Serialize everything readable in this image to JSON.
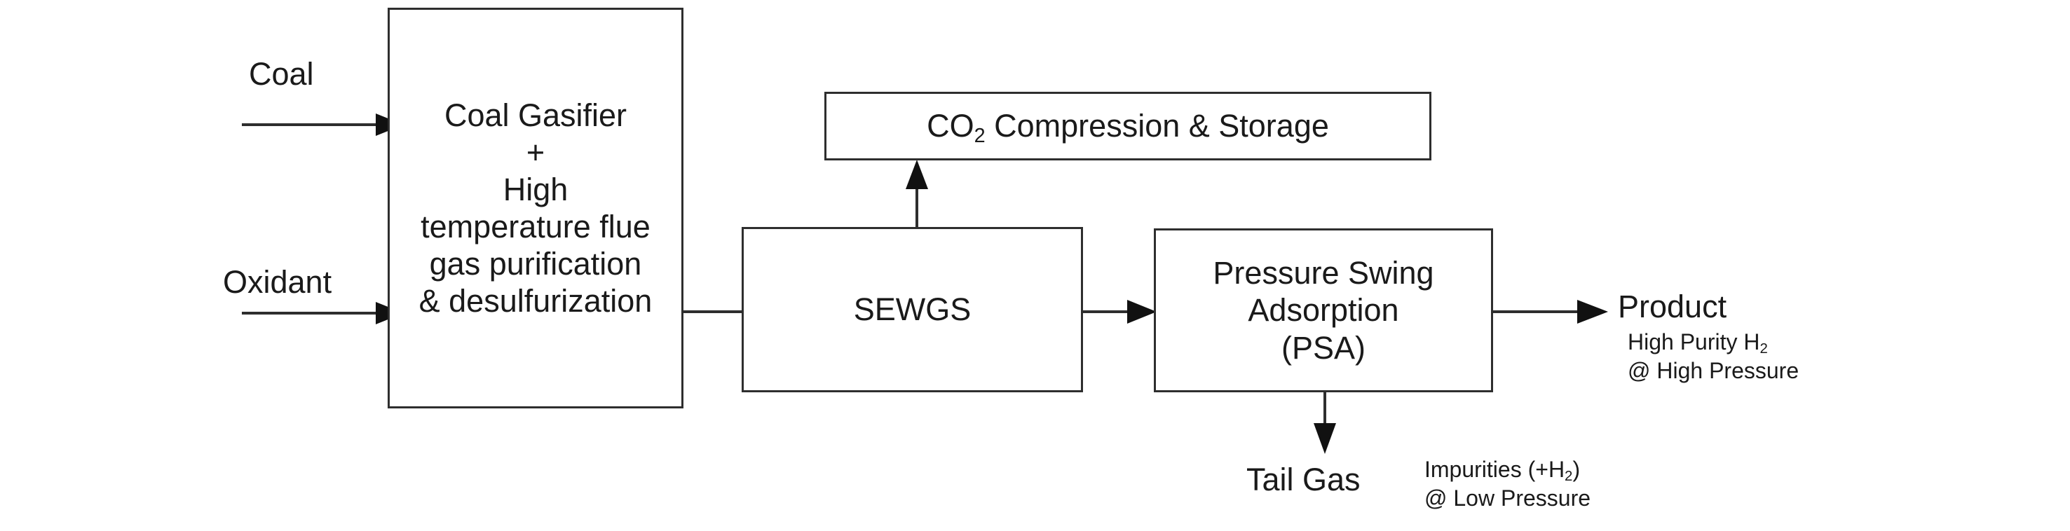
{
  "diagram": {
    "title": "Coal gasification with SEWGS process flow diagram",
    "background_color": "#ffffff",
    "line_color": "#2e2e2e",
    "text_color": "#1a1a1a"
  },
  "boxes": {
    "gasifier": {
      "label": "Coal Gasifier\n+\nHigh\ntemperature flue\ngas purification\n& desulfurization"
    },
    "co2_storage": {
      "label_prefix": "CO",
      "label_sub": "2",
      "label_suffix": " Compression & Storage"
    },
    "sewgs": {
      "label": "SEWGS"
    },
    "psa": {
      "label": "Pressure Swing\nAdsorption\n(PSA)"
    }
  },
  "inputs": {
    "coal": {
      "label": "Coal"
    },
    "oxidant": {
      "label": "Oxidant"
    }
  },
  "outputs": {
    "product": {
      "label": "Product",
      "detail_prefix": "High Purity H",
      "detail_sub": "2",
      "detail_line2": "@ High Pressure"
    },
    "tail_gas": {
      "label": "Tail Gas",
      "detail_prefix": "Impurities (+H",
      "detail_sub": "2",
      "detail_suffix": ")",
      "detail_line2": "@ Low Pressure"
    }
  },
  "connectors": [
    {
      "name": "coal-feed-arrow",
      "from": "coal-label",
      "to": "gasifier",
      "direction": "right",
      "arrowhead": true
    },
    {
      "name": "oxidant-feed-arrow",
      "from": "oxidant-label",
      "to": "gasifier",
      "direction": "right",
      "arrowhead": true
    },
    {
      "name": "gasifier-to-sewgs-line",
      "from": "gasifier",
      "to": "sewgs",
      "direction": "right",
      "arrowhead": false
    },
    {
      "name": "sewgs-to-co2-arrow",
      "from": "sewgs",
      "to": "co2_storage",
      "direction": "up",
      "arrowhead": true
    },
    {
      "name": "sewgs-to-psa-arrow",
      "from": "sewgs",
      "to": "psa",
      "direction": "right",
      "arrowhead": true
    },
    {
      "name": "psa-to-product-arrow",
      "from": "psa",
      "to": "product",
      "direction": "right",
      "arrowhead": true
    },
    {
      "name": "psa-to-tailgas-arrow",
      "from": "psa",
      "to": "tail_gas",
      "direction": "down",
      "arrowhead": true
    }
  ]
}
